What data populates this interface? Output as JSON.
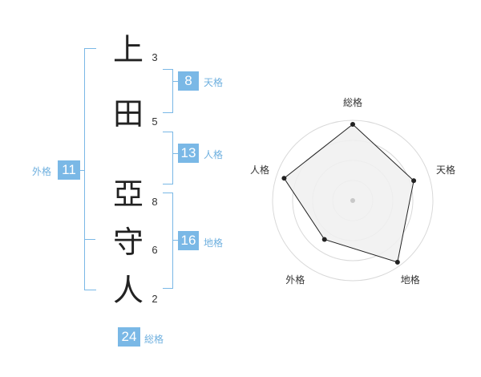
{
  "name": {
    "chars": [
      {
        "char": "上",
        "strokes": "3"
      },
      {
        "char": "田",
        "strokes": "5"
      },
      {
        "char": "亞",
        "strokes": "8"
      },
      {
        "char": "守",
        "strokes": "6"
      },
      {
        "char": "人",
        "strokes": "2"
      }
    ]
  },
  "fortunes": {
    "tenkaku": {
      "value": "8",
      "label": "天格"
    },
    "jinkaku": {
      "value": "13",
      "label": "人格"
    },
    "chikaku": {
      "value": "16",
      "label": "地格"
    },
    "gaikaku": {
      "value": "11",
      "label": "外格"
    },
    "soukaku": {
      "value": "24",
      "label": "総格"
    }
  },
  "radar": {
    "axes": [
      "総格",
      "天格",
      "地格",
      "外格",
      "人格"
    ],
    "values": [
      0.95,
      0.8,
      0.95,
      0.6,
      0.9
    ],
    "rings": 4,
    "fill_color": "#f0f0f0",
    "line_color": "#222222",
    "ring_color": "#d9d9d9",
    "bracket_color": "#7ab8e6"
  }
}
